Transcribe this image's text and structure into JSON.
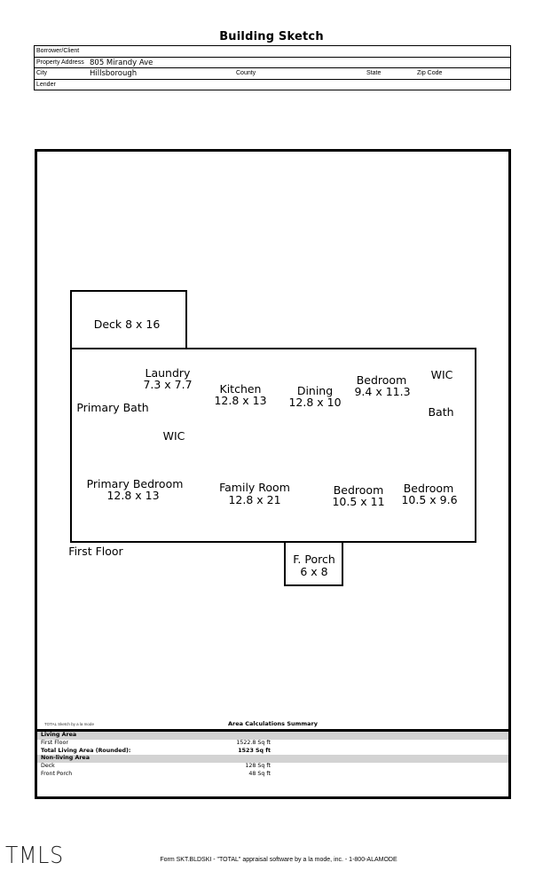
{
  "header": {
    "title": "Building Sketch",
    "fields": {
      "borrower_label": "Borrower/Client",
      "address_label": "Property Address",
      "address_value": "805 Mirandy Ave",
      "city_label": "City",
      "city_value": "Hillsborough",
      "county_label": "County",
      "state_label": "State",
      "zip_label": "Zip Code",
      "lender_label": "Lender"
    }
  },
  "sketch": {
    "deck": "Deck 8 x 16",
    "rooms": {
      "laundry": "Laundry",
      "laundry_dim": "7.3 x 7.7",
      "primary_bath": "Primary Bath",
      "kitchen": "Kitchen",
      "kitchen_dim": "12.8 x 13",
      "dining": "Dining",
      "dining_dim": "12.8 x 10",
      "bedroom1": "Bedroom",
      "bedroom1_dim": "9.4 x 11.3",
      "wic1": "WIC",
      "bath": "Bath",
      "wic2": "WIC",
      "primary_bedroom": "Primary Bedroom",
      "primary_bedroom_dim": "12.8 x 13",
      "family_room": "Family Room",
      "family_room_dim": "12.8 x 21",
      "bedroom2": "Bedroom",
      "bedroom2_dim": "10.5 x 11",
      "bedroom3": "Bedroom",
      "bedroom3_dim": "10.5 x 9.6"
    },
    "floor_label": "First Floor",
    "porch": "F. Porch",
    "porch_dim": "6 x 8"
  },
  "summary": {
    "credit": "TOTAL Sketch by a la mode",
    "title": "Area Calculations Summary",
    "living_header": "Living Area",
    "first_floor_label": "First Floor",
    "first_floor_value": "1522.8 Sq ft",
    "total_label": "Total Living Area (Rounded):",
    "total_value": "1523 Sq ft",
    "nonliving_header": "Non-living Area",
    "deck_label": "Deck",
    "deck_value": "128 Sq ft",
    "porch_label": "Front Porch",
    "porch_value": "48 Sq ft"
  },
  "logo": "TMLS",
  "footer": "Form SKT.BLDSKI - \"TOTAL\" appraisal software by a la mode, inc. - 1-800-ALAMODE"
}
